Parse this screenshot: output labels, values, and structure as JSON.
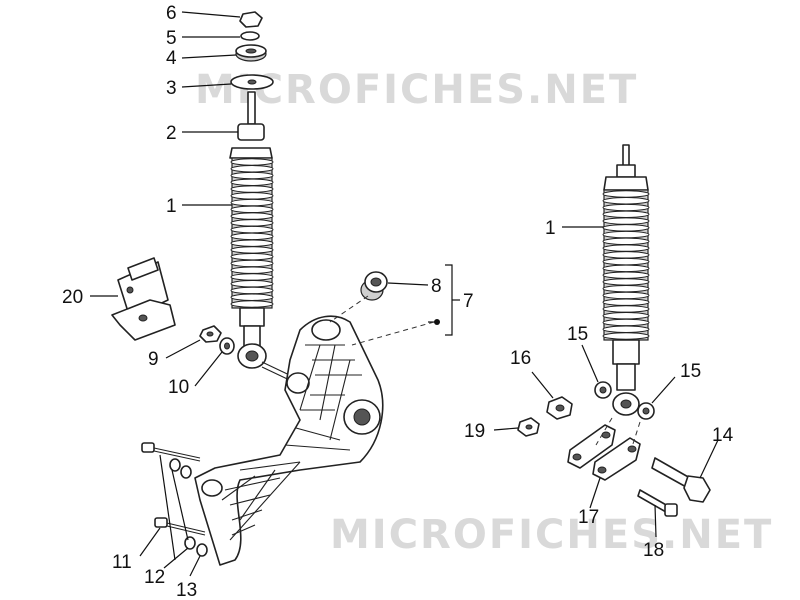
{
  "watermark": "MICROFICHES.NET",
  "callouts": {
    "c1a": "1",
    "c1b": "1",
    "c2": "2",
    "c3": "3",
    "c4": "4",
    "c5": "5",
    "c6": "6",
    "c7": "7",
    "c8": "8",
    "c9": "9",
    "c10": "10",
    "c11": "11",
    "c12": "12",
    "c13": "13",
    "c14": "14",
    "c15a": "15",
    "c15b": "15",
    "c16": "16",
    "c17": "17",
    "c18": "18",
    "c19": "19",
    "c20": "20"
  }
}
